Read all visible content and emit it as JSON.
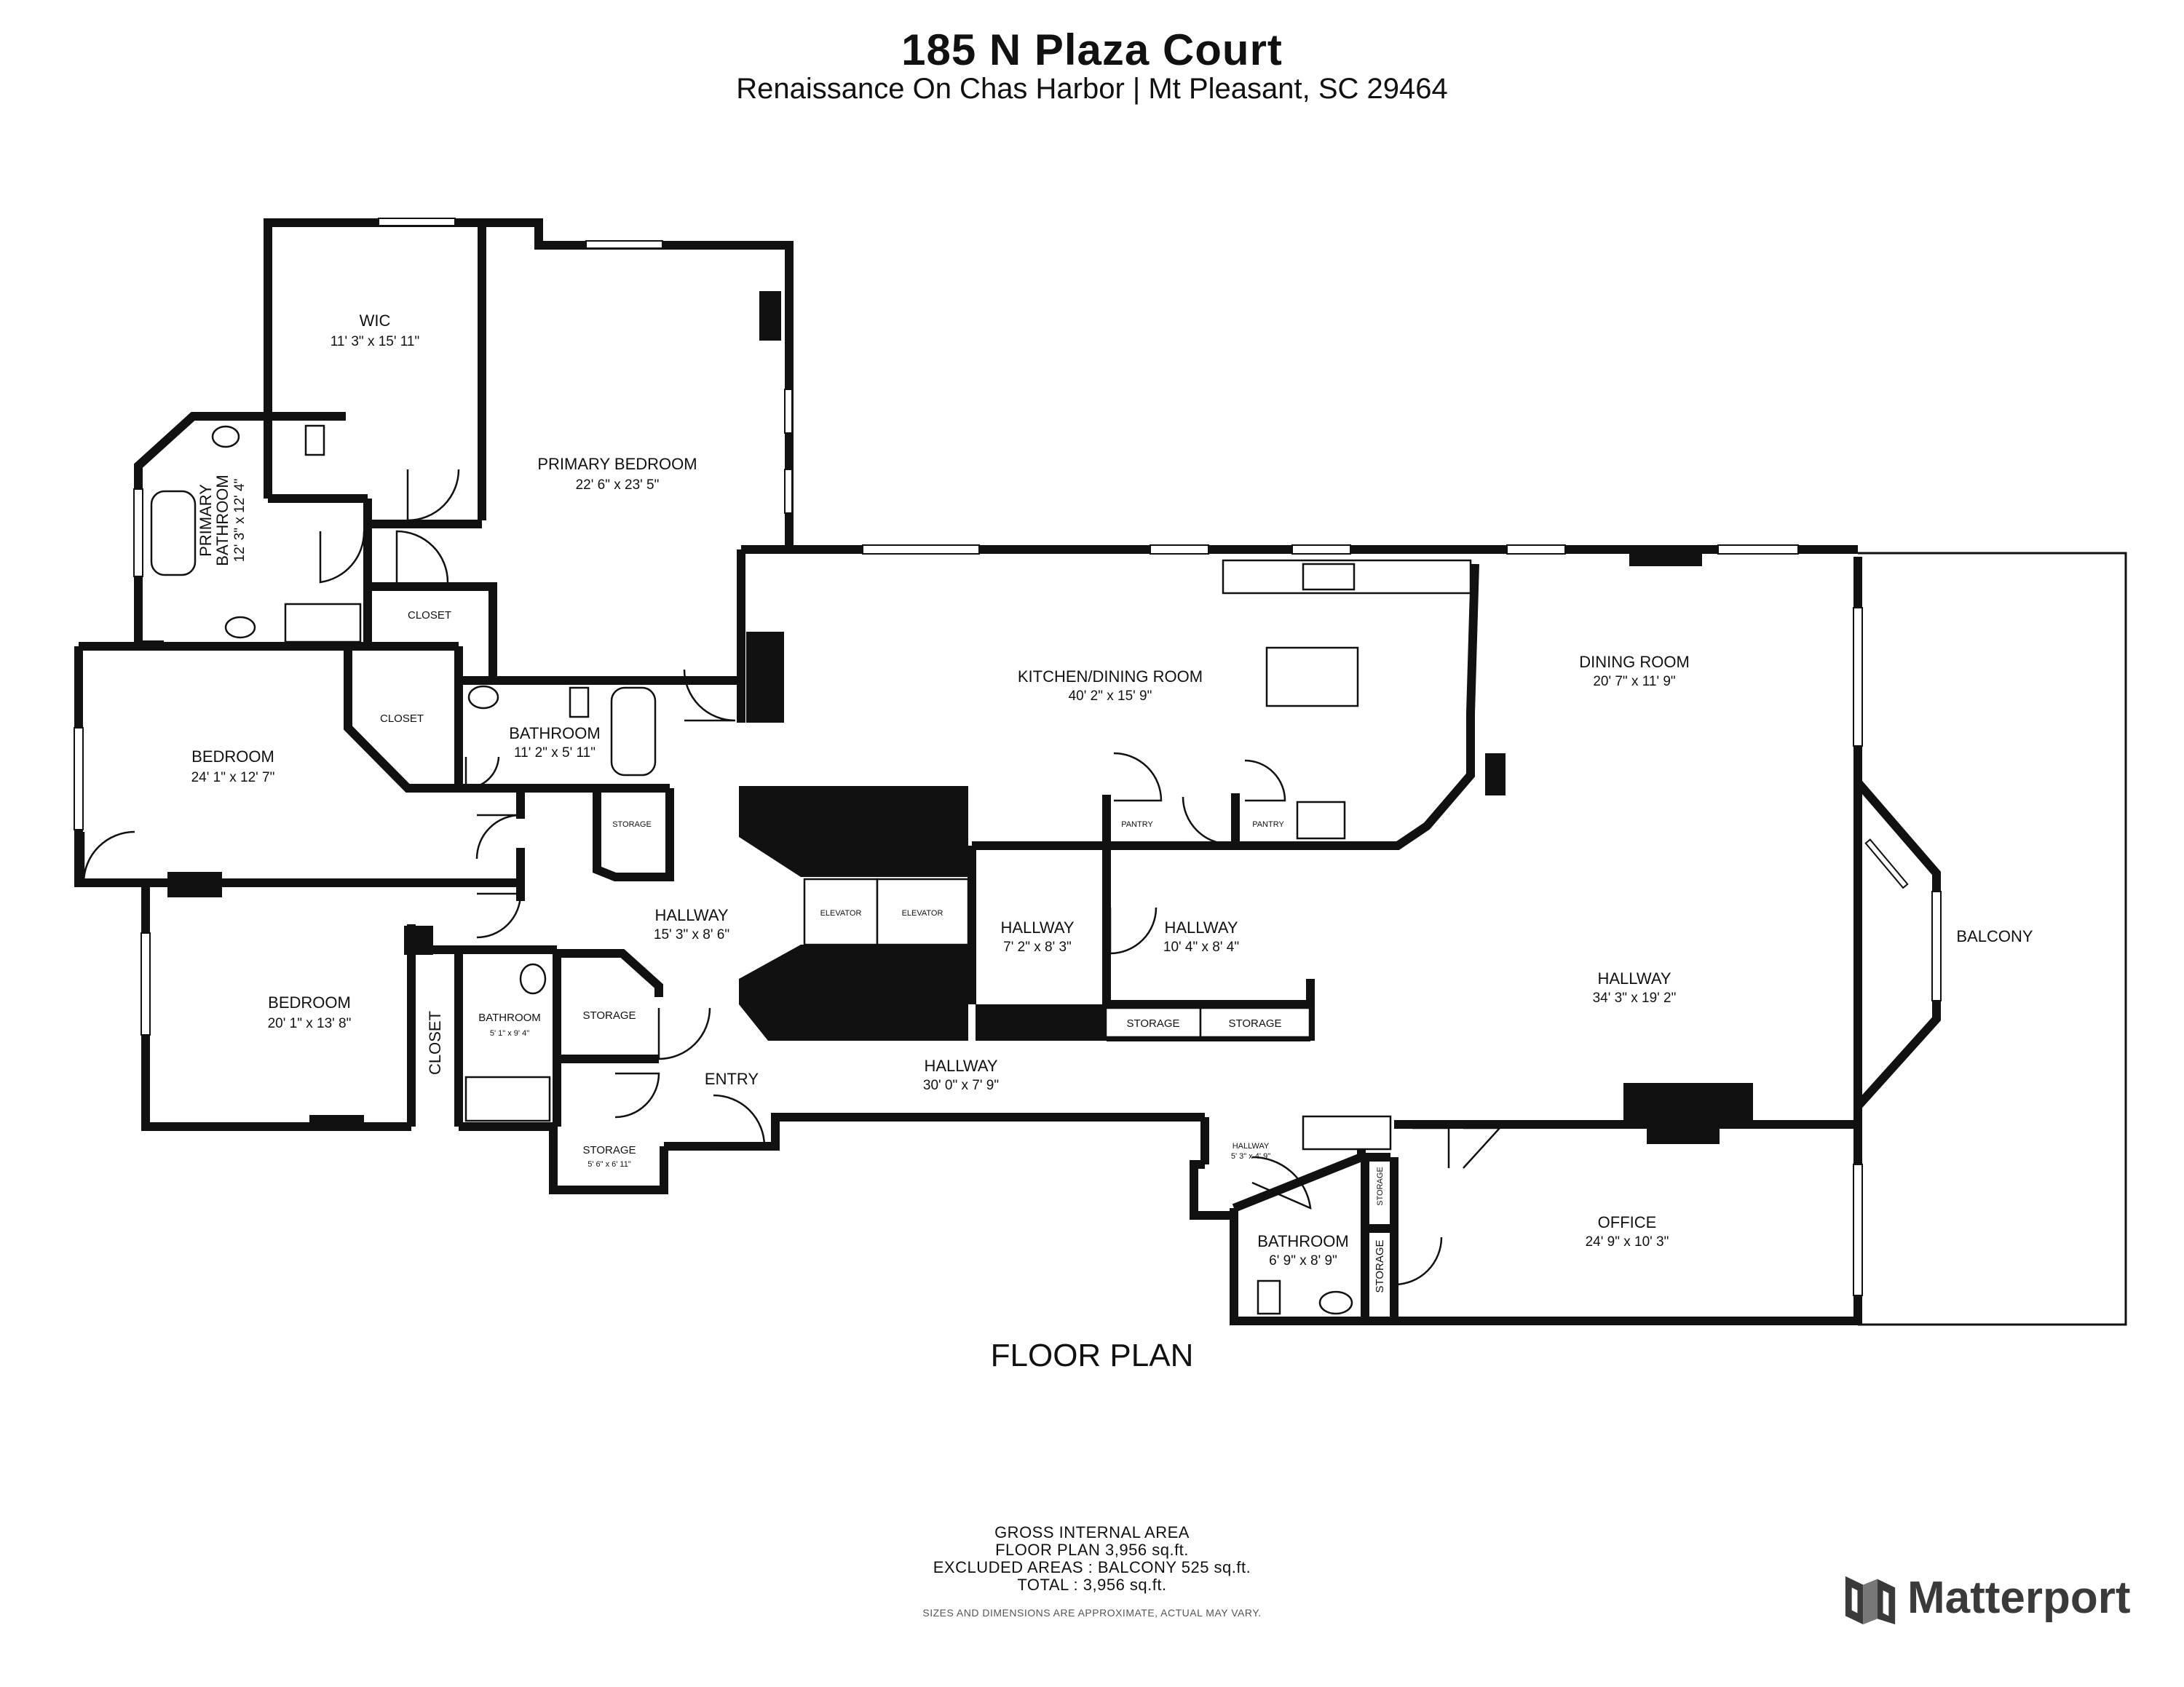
{
  "header": {
    "title": "185 N Plaza Court",
    "subtitle": "Renaissance On Chas Harbor | Mt Pleasant, SC 29464"
  },
  "rooms": {
    "wic": {
      "name": "WIC",
      "dim": "11' 3\" x 15' 11\""
    },
    "primary_bedroom": {
      "name": "PRIMARY BEDROOM",
      "dim": "22' 6\" x 23' 5\""
    },
    "primary_bathroom": {
      "name": "PRIMARY BATHROOM",
      "name_line1": "PRIMARY",
      "name_line2": "BATHROOM",
      "dim": "12' 3\" x 12' 4\""
    },
    "closet_1": {
      "name": "CLOSET"
    },
    "closet_2": {
      "name": "CLOSET"
    },
    "closet_3": {
      "name": "CLOSET"
    },
    "bedroom_1": {
      "name": "BEDROOM",
      "dim": "24' 1\" x 12' 7\""
    },
    "bathroom_1": {
      "name": "BATHROOM",
      "dim": "11' 2\" x 5' 11\""
    },
    "storage_1": {
      "name": "STORAGE"
    },
    "kitchen_dining": {
      "name": "KITCHEN/DINING ROOM",
      "dim": "40' 2\" x 15' 9\""
    },
    "dining_room": {
      "name": "DINING ROOM",
      "dim": "20' 7\" x 11' 9\""
    },
    "pantry_1": {
      "name": "PANTRY"
    },
    "pantry_2": {
      "name": "PANTRY"
    },
    "elevator_1": {
      "name": "ELEVATOR"
    },
    "elevator_2": {
      "name": "ELEVATOR"
    },
    "hallway_1": {
      "name": "HALLWAY",
      "dim": "15' 3\" x 8' 6\""
    },
    "hallway_2": {
      "name": "HALLWAY",
      "dim": "7' 2\" x 8' 3\""
    },
    "hallway_3": {
      "name": "HALLWAY",
      "dim": "10' 4\" x 8' 4\""
    },
    "hallway_4": {
      "name": "HALLWAY",
      "dim": "34' 3\" x 19' 2\""
    },
    "hallway_5": {
      "name": "HALLWAY",
      "dim": "30' 0\" x 7' 9\""
    },
    "hallway_6": {
      "name": "HALLWAY",
      "dim": "5' 3\" x 4' 9\""
    },
    "bedroom_2": {
      "name": "BEDROOM",
      "dim": "20' 1\" x 13' 8\""
    },
    "bathroom_2": {
      "name": "BATHROOM",
      "dim": "5' 1\" x 9' 4\""
    },
    "storage_2": {
      "name": "STORAGE"
    },
    "storage_3": {
      "name": "STORAGE",
      "dim": "5' 6\" x 6' 11\""
    },
    "storage_4": {
      "name": "STORAGE"
    },
    "storage_5": {
      "name": "STORAGE"
    },
    "storage_6": {
      "name": "STORAGE"
    },
    "storage_7": {
      "name": "STORAGE"
    },
    "entry": {
      "name": "ENTRY"
    },
    "balcony": {
      "name": "BALCONY"
    },
    "bathroom_3": {
      "name": "BATHROOM",
      "dim": "6' 9\" x 8' 9\""
    },
    "office": {
      "name": "OFFICE",
      "dim": "24' 9\" x 10' 3\""
    }
  },
  "plan_label": "FLOOR PLAN",
  "area": {
    "line1": "GROSS INTERNAL AREA",
    "line2": "FLOOR PLAN 3,956 sq.ft.",
    "line3": "EXCLUDED AREAS :  BALCONY 525 sq.ft.",
    "line4": "TOTAL :  3,956 sq.ft."
  },
  "disclaimer": "SIZES AND DIMENSIONS ARE APPROXIMATE, ACTUAL MAY VARY.",
  "brand": {
    "name": "Matterport",
    "color": "#3a3a3a"
  }
}
